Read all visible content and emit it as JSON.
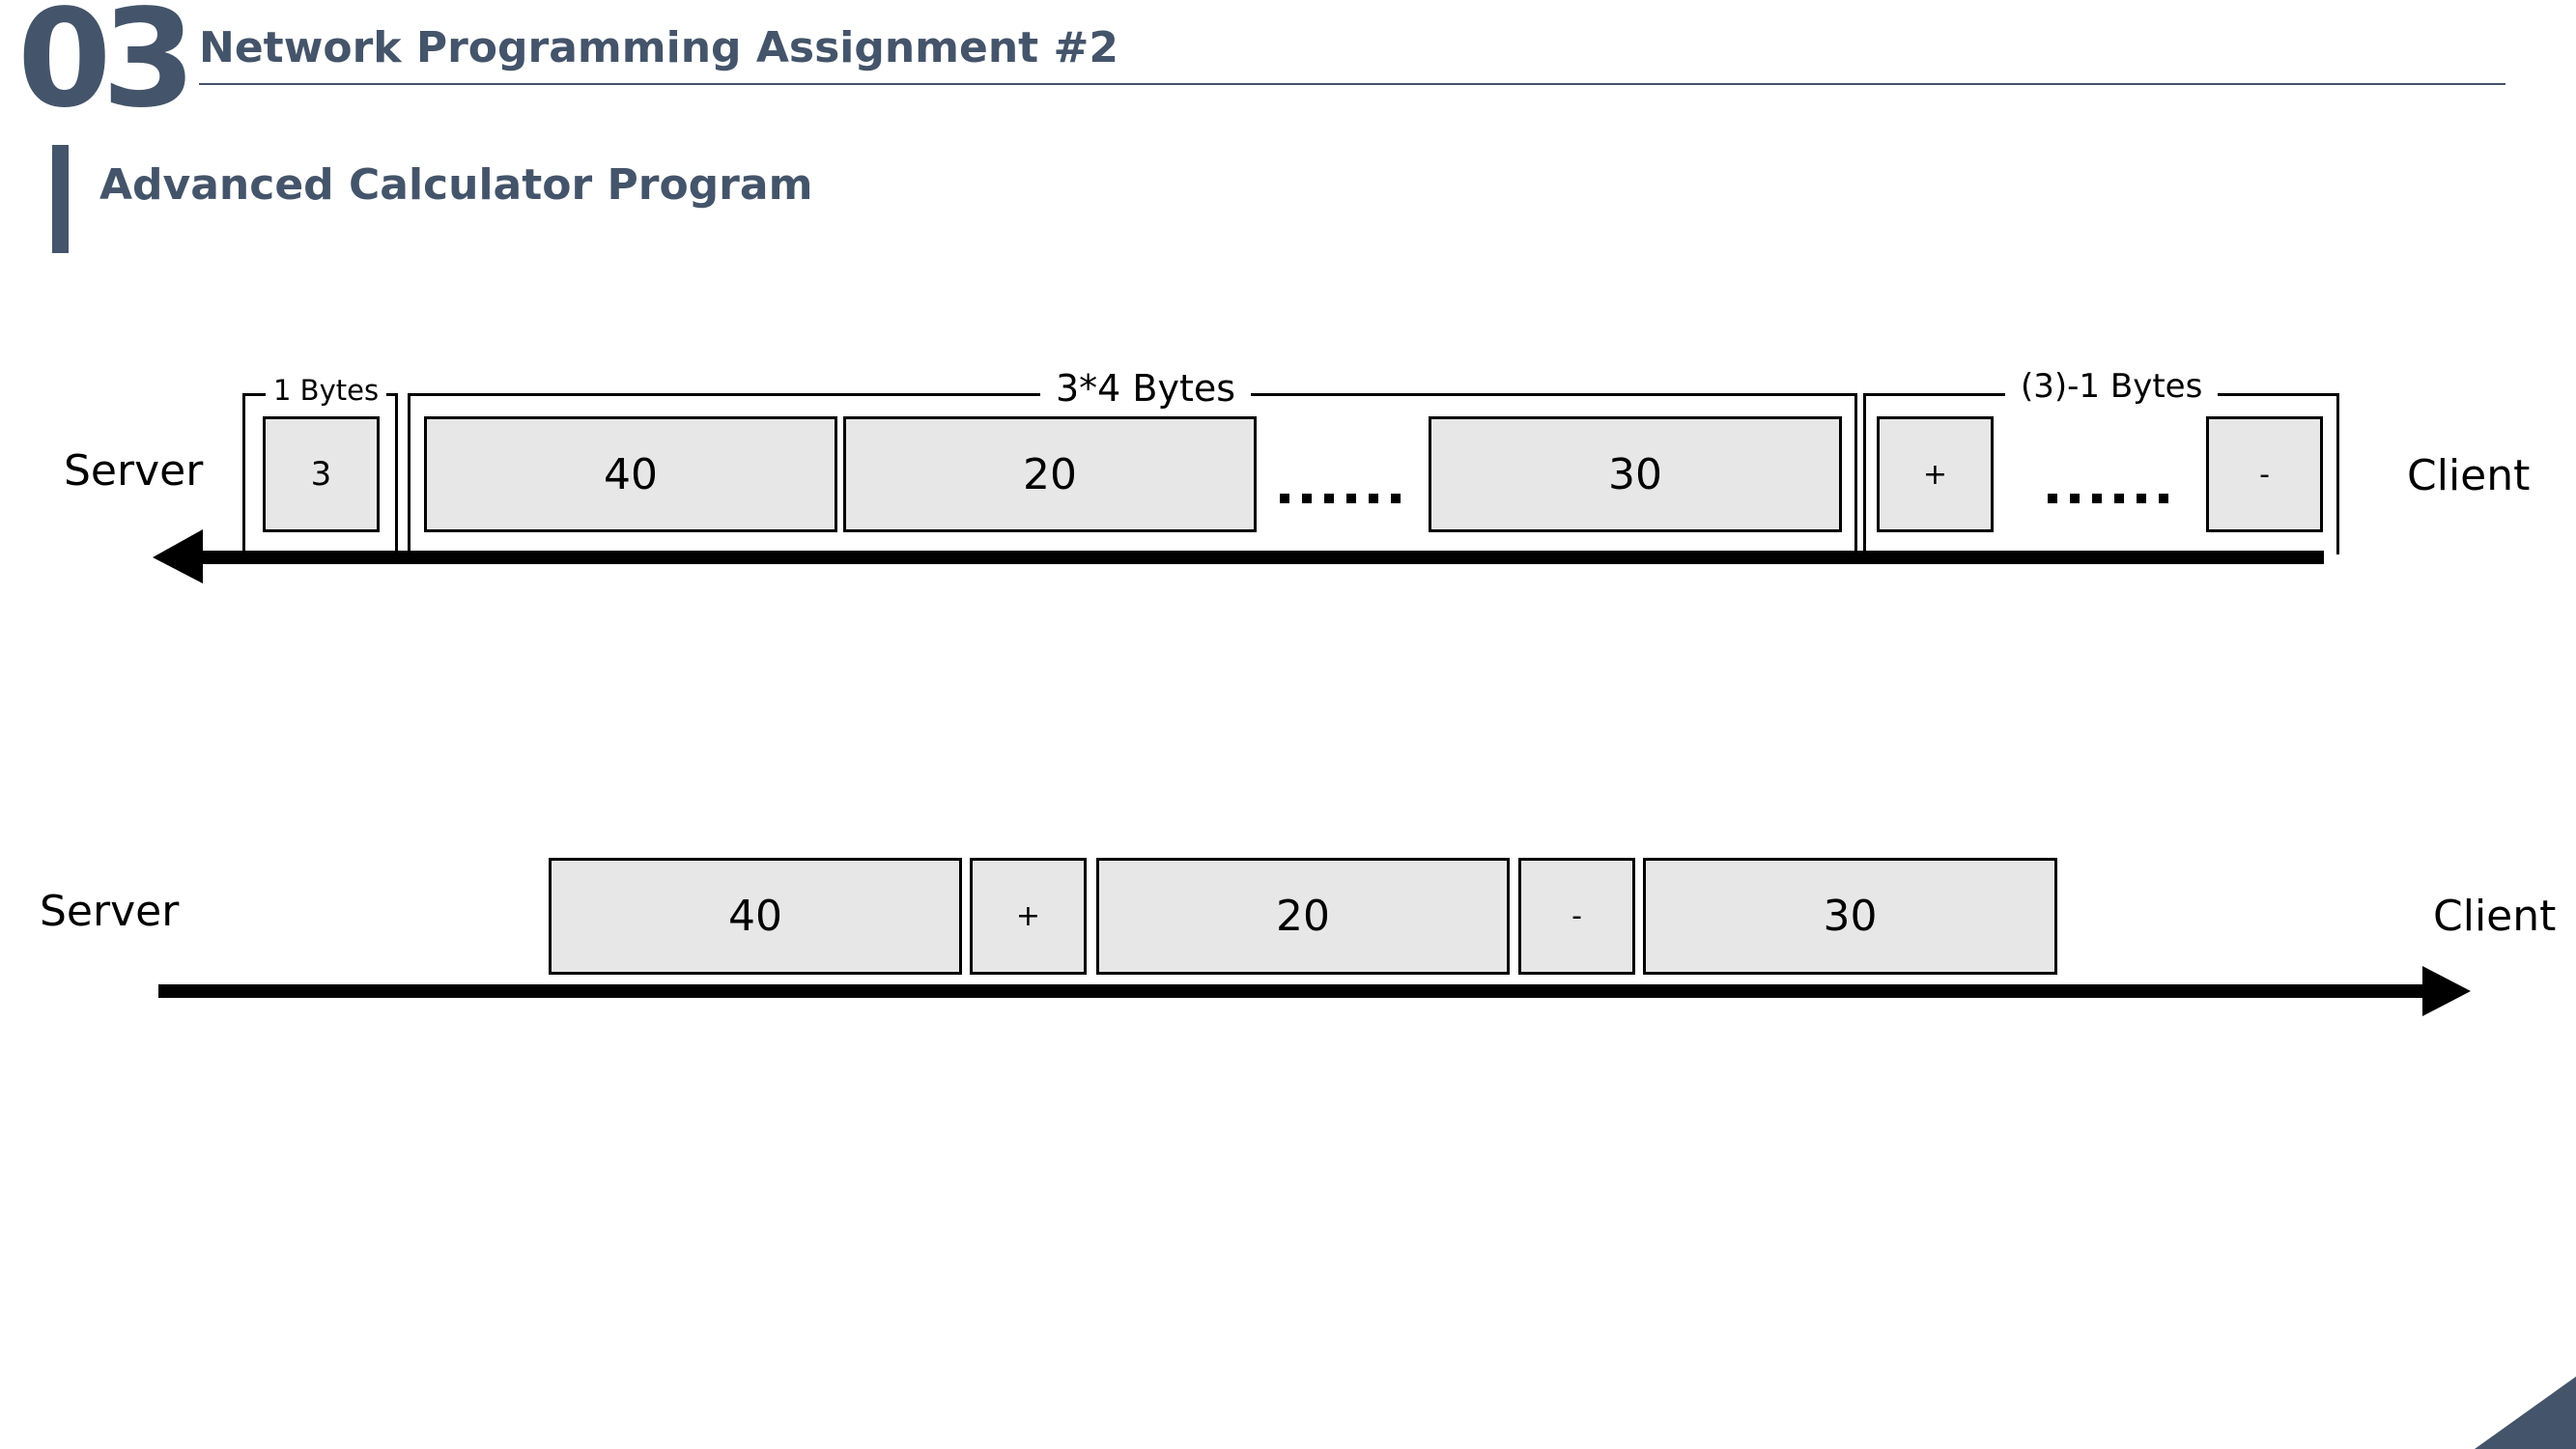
{
  "header": {
    "section_number": "03",
    "title": "Network Programming Assignment #2",
    "subtitle": "Advanced Calculator Program"
  },
  "diagram_top": {
    "left_endpoint": "Server",
    "right_endpoint": "Client",
    "bracket_labels": {
      "count": "1 Bytes",
      "operands": "3*4 Bytes",
      "operators": "(3)-1 Bytes"
    },
    "count_value": "3",
    "operand_values": [
      "40",
      "20",
      "30"
    ],
    "operator_values": [
      "+",
      "-"
    ],
    "arrow_direction": "client-to-server"
  },
  "diagram_bottom": {
    "left_endpoint": "Server",
    "right_endpoint": "Client",
    "sequence": [
      "40",
      "+",
      "20",
      "-",
      "30"
    ],
    "arrow_direction": "server-to-client"
  },
  "colors": {
    "accent": "#44546a",
    "box_fill": "#e7e7e7",
    "stroke": "#000000"
  }
}
